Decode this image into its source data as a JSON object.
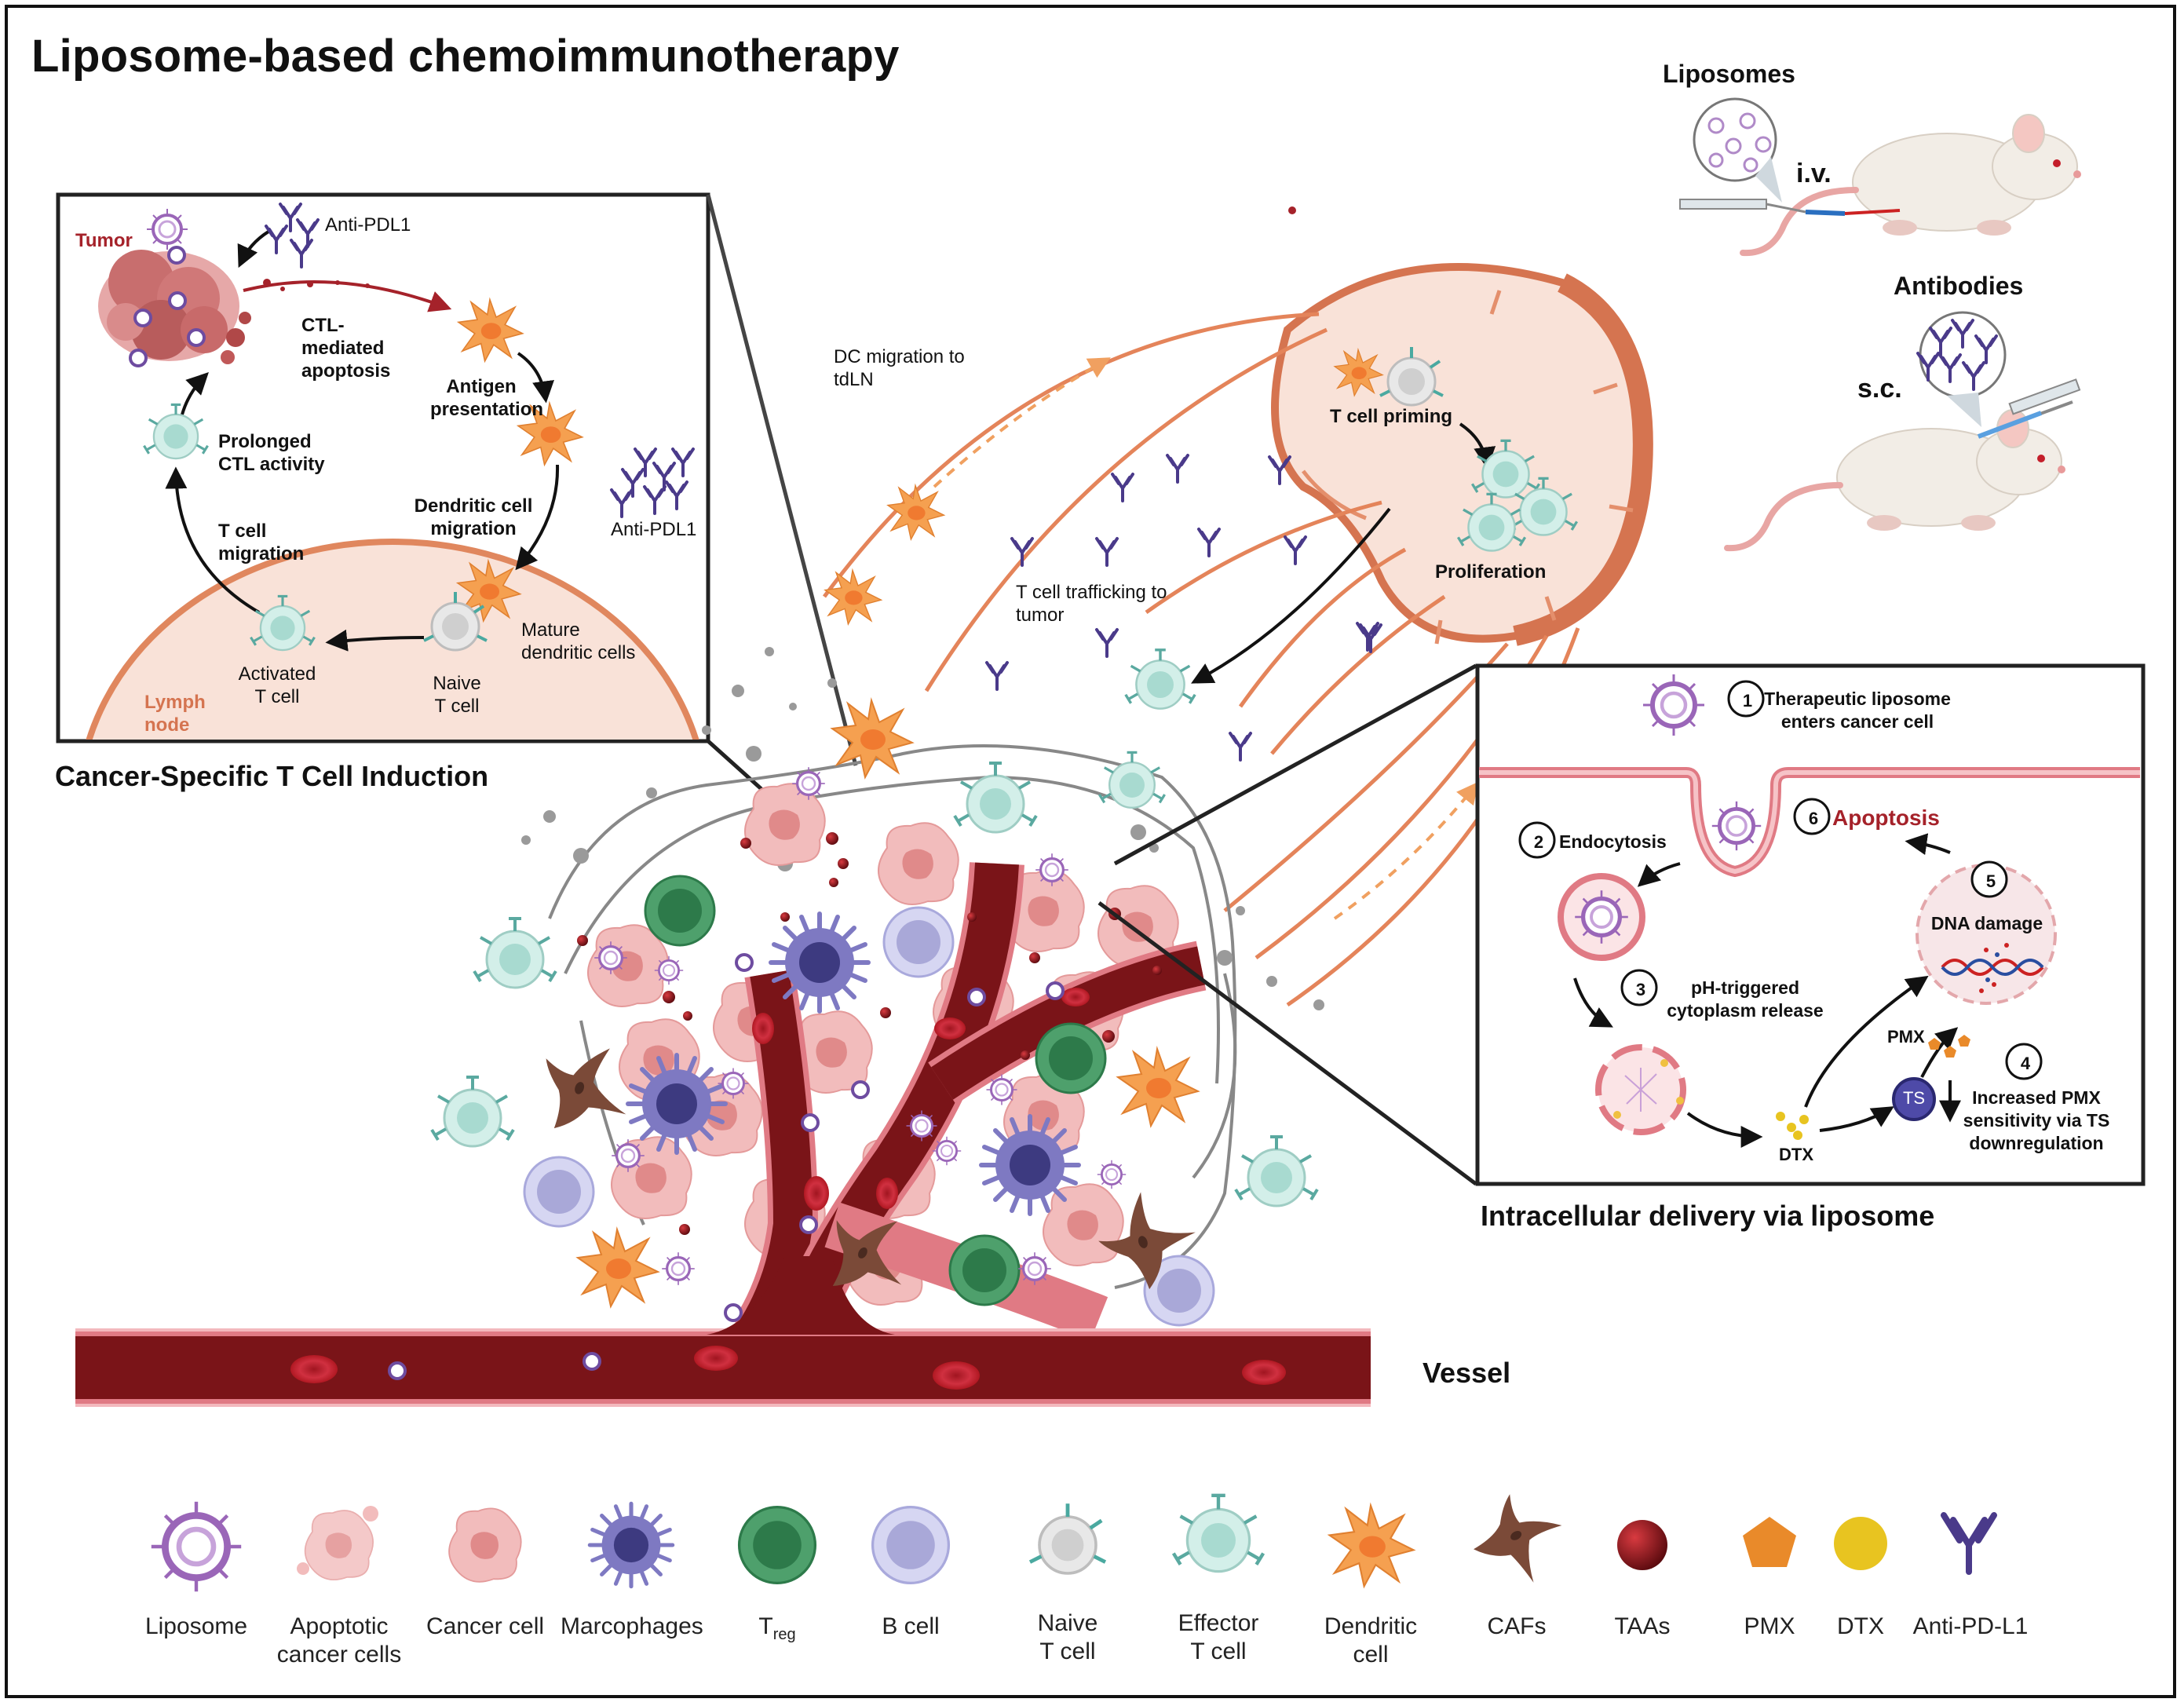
{
  "title": "Liposome-based chemoimmunotherapy",
  "panel_induction": {
    "title": "Cancer-Specific T Cell Induction",
    "tumor": "Tumor",
    "anti_pdl1_top": "Anti-PDL1",
    "anti_pdl1_right": "Anti-PDL1",
    "ctl_apoptosis": "CTL-\nmediated\napoptosis",
    "antigen_presentation": "Antigen\npresentation",
    "prolonged_ctl": "Prolonged\nCTL activity",
    "dc_migration": "Dendritic cell\nmigration",
    "t_cell_migration": "T cell\nmigration",
    "activated_t": "Activated\nT cell",
    "naive_t": "Naive\nT cell",
    "mature_dc": "Mature\ndendritic cells",
    "lymph_node": "Lymph\nnode"
  },
  "center": {
    "dc_migration_tdln": "DC migration to\ntdLN",
    "t_cell_trafficking": "T cell trafficking to\ntumor",
    "t_cell_priming": "T cell priming",
    "proliferation": "Proliferation",
    "vessel": "Vessel"
  },
  "admin": {
    "liposomes": "Liposomes",
    "iv": "i.v.",
    "antibodies": "Antibodies",
    "sc": "s.c."
  },
  "panel_delivery": {
    "title": "Intracellular delivery via liposome",
    "step1_num": "1",
    "step1": "Therapeutic liposome\nenters cancer cell",
    "step2_num": "2",
    "step2": "Endocytosis",
    "step3_num": "3",
    "step3": "pH-triggered\ncytoplasm release",
    "step4_num": "4",
    "step4": "Increased PMX\nsensitivity via TS\ndownregulation",
    "step5_num": "5",
    "step5": "DNA damage",
    "step6_num": "6",
    "step6": "Apoptosis",
    "pmx": "PMX",
    "dtx": "DTX",
    "ts": "TS"
  },
  "legend": [
    {
      "label": "Liposome",
      "icon": "liposome-icon"
    },
    {
      "label": "Apoptotic\ncancer cells",
      "icon": "apoptotic-cell-icon"
    },
    {
      "label": "Cancer cell",
      "icon": "cancer-cell-icon"
    },
    {
      "label": "Marcophages",
      "icon": "macrophage-icon"
    },
    {
      "label": "T",
      "sub": "reg",
      "icon": "treg-icon"
    },
    {
      "label": "B cell",
      "icon": "b-cell-icon"
    },
    {
      "label": "Naive\nT cell",
      "icon": "naive-t-cell-icon"
    },
    {
      "label": "Effector\nT cell",
      "icon": "effector-t-cell-icon"
    },
    {
      "label": "Dendritic\ncell",
      "icon": "dendritic-cell-icon"
    },
    {
      "label": "CAFs",
      "icon": "caf-icon"
    },
    {
      "label": "TAAs",
      "icon": "taa-icon"
    },
    {
      "label": "PMX",
      "icon": "pmx-icon"
    },
    {
      "label": "DTX",
      "icon": "dtx-icon"
    },
    {
      "label": "Anti-PD-L1",
      "icon": "antibody-icon"
    }
  ],
  "colors": {
    "vessel": "#7a1418",
    "vessel_edge": "#e0707a",
    "lymph": "#f8ddd0",
    "lymph_edge": "#e0805a",
    "effector_t": "#cfeee8",
    "dendritic": "#f4a050",
    "macrophage": "#7f7ac0",
    "treg": "#3f9a62",
    "b_cell": "#c8c8ee",
    "caf": "#7b4a38",
    "cancer": "#f2b8b8",
    "red_accent": "#a5222a",
    "antibody": "#4a3a8a"
  }
}
